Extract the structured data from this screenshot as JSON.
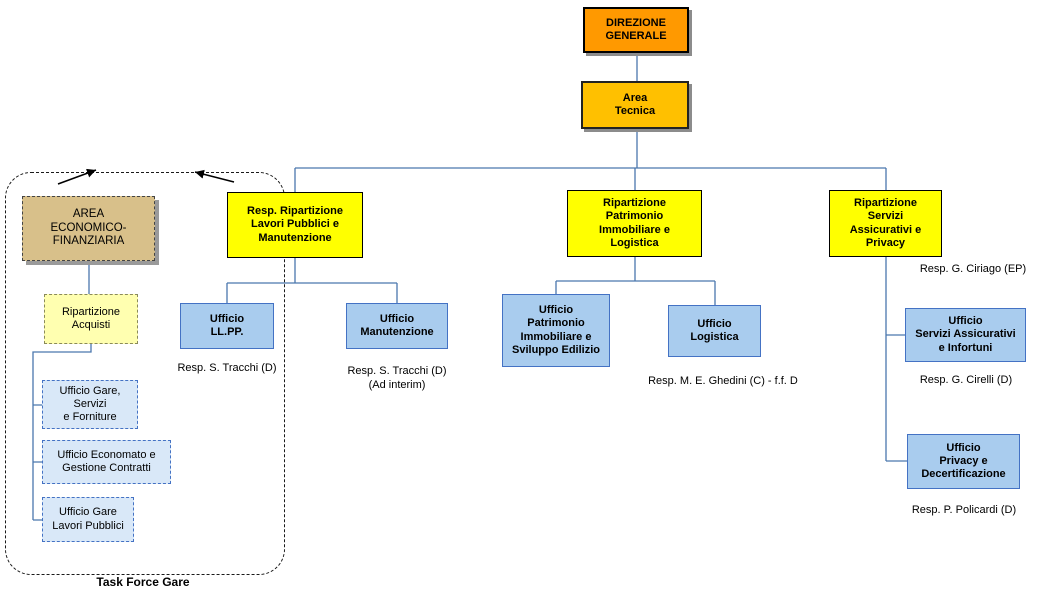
{
  "diagram": {
    "root": {
      "label_lines": [
        "DIREZIONE",
        "GENERALE"
      ]
    },
    "area_tecnica": {
      "label_lines": [
        "Area",
        "Tecnica"
      ]
    },
    "branches": {
      "lavori": {
        "label_lines": [
          "Resp. Ripartizione",
          "Lavori Pubblici e",
          "Manutenzione"
        ]
      },
      "patrimonio": {
        "label_lines": [
          "Ripartizione",
          "Patrimonio",
          "Immobiliare e",
          "Logistica"
        ]
      },
      "servizi": {
        "label_lines": [
          "Ripartizione",
          "Servizi",
          "Assicurativi e",
          "Privacy"
        ],
        "resp": "Resp. G. Ciriago (EP)"
      }
    },
    "offices": {
      "llpp": {
        "label_lines": [
          "Ufficio",
          "LL.PP."
        ],
        "resp": "Resp. S. Tracchi (D)"
      },
      "manutenzione": {
        "label_lines": [
          "Ufficio",
          "Manutenzione"
        ],
        "resp": "Resp. S. Tracchi (D)",
        "resp2": "(Ad interim)"
      },
      "patrimonio_imm": {
        "label_lines": [
          "Ufficio",
          "Patrimonio",
          "Immobiliare e",
          "Sviluppo Edilizio"
        ]
      },
      "logistica": {
        "label_lines": [
          "Ufficio",
          "Logistica"
        ]
      },
      "patrimonio_resp": "Resp. M. E. Ghedini (C) -  f.f. D",
      "servizi_ass": {
        "label_lines": [
          "Ufficio",
          "Servizi Assicurativi",
          "e Infortuni"
        ],
        "resp": "Resp. G. Cirelli (D)"
      },
      "privacy": {
        "label_lines": [
          "Ufficio",
          "Privacy e",
          "Decertificazione"
        ],
        "resp": "Resp. P. Policardi (D)"
      }
    },
    "task_force": {
      "label": "Task Force Gare",
      "area_ef": {
        "label_lines": [
          "AREA",
          "ECONOMICO-",
          "FINANZIARIA"
        ]
      },
      "acquisti": {
        "label_lines": [
          "Ripartizione",
          "Acquisti"
        ]
      },
      "gare_servizi": {
        "label_lines": [
          "Ufficio Gare,",
          "Servizi",
          "e Forniture"
        ]
      },
      "economato": {
        "label_lines": [
          "Ufficio Economato e",
          "Gestione Contratti"
        ]
      },
      "gare_lavori": {
        "label_lines": [
          "Ufficio Gare",
          "Lavori Pubblici"
        ]
      }
    },
    "colors": {
      "orange": "#FF9900",
      "amber": "#FFC000",
      "yellow": "#FFFF00",
      "blue_fill": "#A9CCEE",
      "blue_border": "#4472C4",
      "tan": "#D8C08A",
      "pale_yellow": "#FFFFB0",
      "pale_blue": "#D9E8F8",
      "connector": "#4a77ad"
    }
  }
}
